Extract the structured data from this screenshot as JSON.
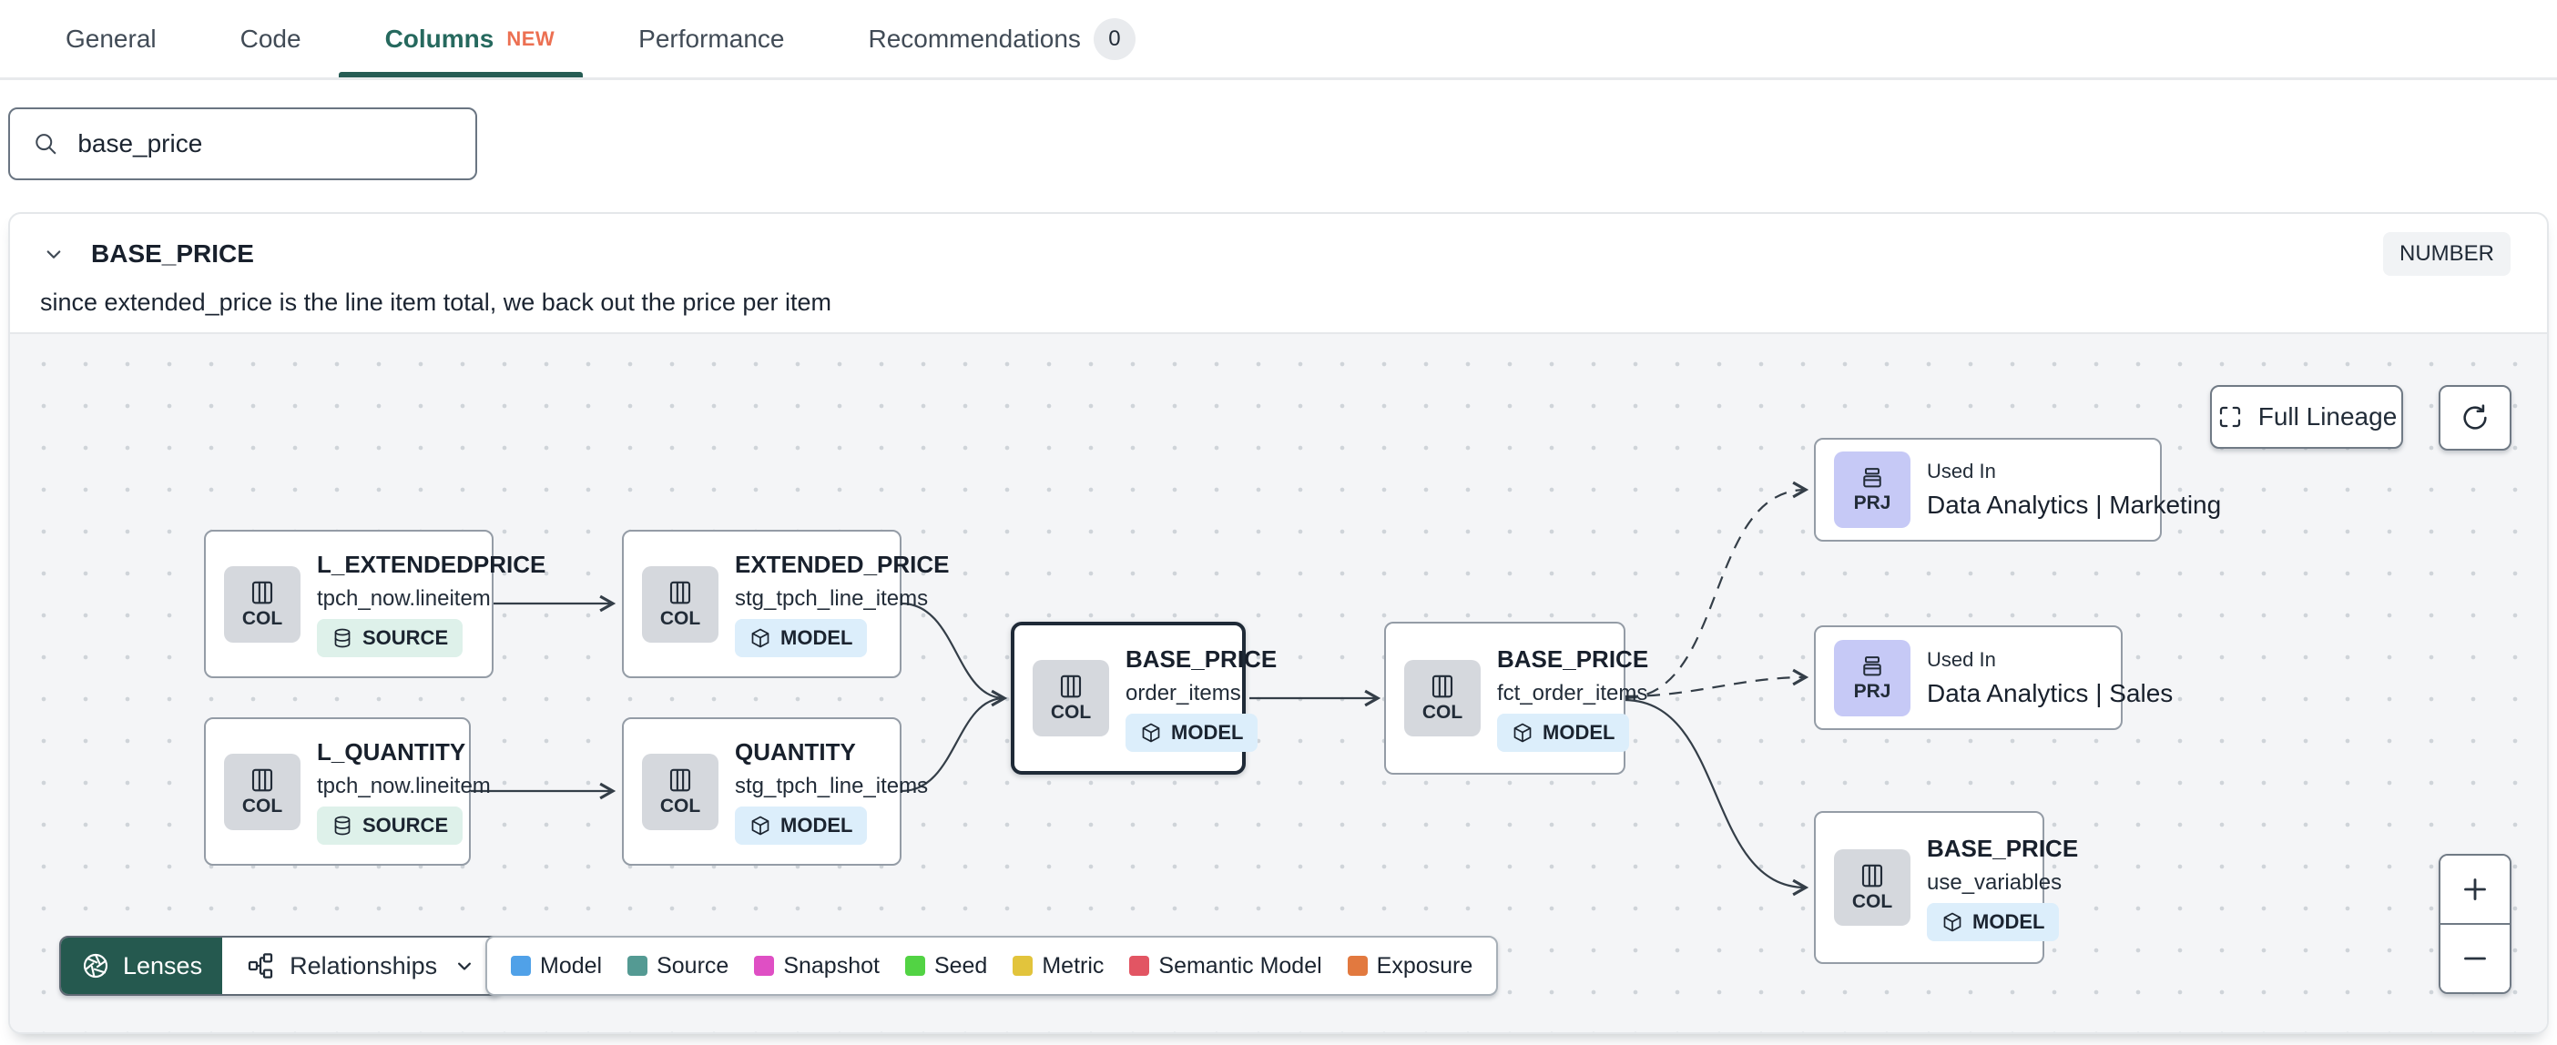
{
  "tabs": {
    "items": [
      {
        "label": "General"
      },
      {
        "label": "Code"
      },
      {
        "label": "Columns",
        "new_badge": "NEW"
      },
      {
        "label": "Performance"
      },
      {
        "label": "Recommendations",
        "count": "0"
      }
    ]
  },
  "search": {
    "value": "base_price"
  },
  "column_panel": {
    "name": "BASE_PRICE",
    "type_badge": "NUMBER",
    "description": "since extended_price is the line item total, we back out the price per item"
  },
  "lineage": {
    "controls": {
      "full_lineage_label": "Full Lineage",
      "zoom_in": "+",
      "zoom_out": "−"
    },
    "toolbar": {
      "lenses_label": "Lenses",
      "relationships_label": "Relationships"
    },
    "nodes": [
      {
        "kind": "column",
        "badge": "COL",
        "title": "L_EXTENDEDPRICE",
        "subtitle": "tpch_now.lineitem",
        "tag": "SOURCE"
      },
      {
        "kind": "column",
        "badge": "COL",
        "title": "EXTENDED_PRICE",
        "subtitle": "stg_tpch_line_items",
        "tag": "MODEL"
      },
      {
        "kind": "column",
        "badge": "COL",
        "title": "L_QUANTITY",
        "subtitle": "tpch_now.lineitem",
        "tag": "SOURCE"
      },
      {
        "kind": "column",
        "badge": "COL",
        "title": "QUANTITY",
        "subtitle": "stg_tpch_line_items",
        "tag": "MODEL"
      },
      {
        "kind": "column",
        "badge": "COL",
        "title": "BASE_PRICE",
        "subtitle": "order_items",
        "tag": "MODEL",
        "selected": true
      },
      {
        "kind": "column",
        "badge": "COL",
        "title": "BASE_PRICE",
        "subtitle": "fct_order_items",
        "tag": "MODEL"
      },
      {
        "kind": "project",
        "badge": "PRJ",
        "title": "Used In",
        "subtitle": "Data Analytics | Marketing"
      },
      {
        "kind": "project",
        "badge": "PRJ",
        "title": "Used In",
        "subtitle": "Data Analytics | Sales"
      },
      {
        "kind": "column",
        "badge": "COL",
        "title": "BASE_PRICE",
        "subtitle": "use_variables",
        "tag": "MODEL"
      }
    ],
    "legend": {
      "items": [
        {
          "label": "Model",
          "color": "#50a1e8"
        },
        {
          "label": "Source",
          "color": "#549a93"
        },
        {
          "label": "Snapshot",
          "color": "#df4fc4"
        },
        {
          "label": "Seed",
          "color": "#52d344"
        },
        {
          "label": "Metric",
          "color": "#e2c43c"
        },
        {
          "label": "Semantic Model",
          "color": "#e25563"
        },
        {
          "label": "Exposure",
          "color": "#e2793f"
        }
      ]
    },
    "accent_colors": {
      "teal": "#265c54",
      "new_orange": "#ec7052",
      "selected_border": "#1f2a37"
    }
  }
}
